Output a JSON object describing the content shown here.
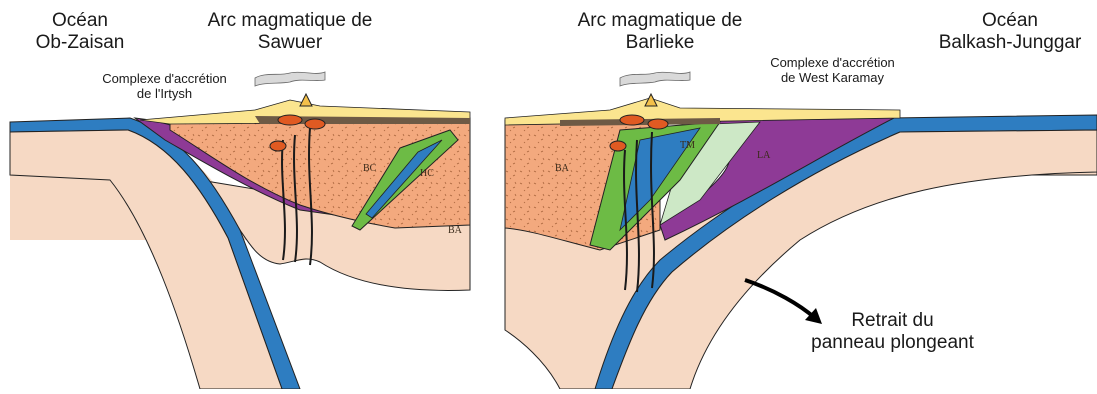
{
  "labels": {
    "ocean_left": "Océan\nOb-Zaisan",
    "arc_left": "Arc magmatique de\nSawuer",
    "arc_right": "Arc magmatique de\nBarlieke",
    "ocean_right": "Océan\nBalkash-Junggar",
    "complex_left": "Complexe d'accrétion\nde l'Irtysh",
    "complex_right": "Complexe d'accrétion\nde West Karamay",
    "retreat": "Retrait du\npanneau plongeant"
  },
  "unit_labels": {
    "bc_left": "BC",
    "ba_left_lower": "BA",
    "hc_left": "HC",
    "ba_right": "BA",
    "tm_right": "TM",
    "la_right": "LA"
  },
  "colors": {
    "mantle": "#f6d9c4",
    "crust": "#f3a97e",
    "ocean_crust": "#2e7dc1",
    "accretion": "#8e3a96",
    "green_unit": "#6dbb45",
    "pale_green": "#cde8c6",
    "sediment_yellow": "#fbe58f",
    "dark_brown": "#6e5a45",
    "magma": "#e05a22"
  }
}
